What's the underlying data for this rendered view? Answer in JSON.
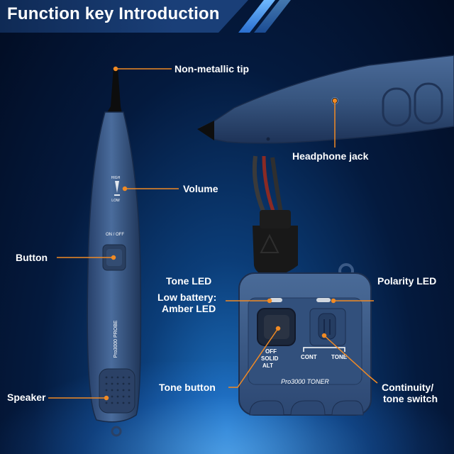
{
  "title": "Function key Introduction",
  "labels": {
    "tip": "Non-metallic tip",
    "headphone": "Headphone jack",
    "volume": "Volume",
    "button": "Button",
    "speaker": "Speaker",
    "tone_led": "Tone LED",
    "low_battery_1": "Low battery:",
    "low_battery_2": "Amber LED",
    "polarity_led": "Polarity LED",
    "tone_button": "Tone button",
    "cont_switch_1": "Continuity/",
    "cont_switch_2": "tone switch"
  },
  "probe_print": {
    "high": "HIGH",
    "low": "LOW",
    "on_off": "ON / OFF",
    "brand": "Pro3000 PROBE"
  },
  "toner_print": {
    "off": "OFF",
    "solid": "SOLID",
    "alt": "ALT",
    "cont": "CONT",
    "tone": "TONE",
    "brand": "Pro3000 TONER"
  },
  "colors": {
    "callout": "#f08a24",
    "device": "#3b5a86",
    "title_bg": "#1a3f78"
  }
}
